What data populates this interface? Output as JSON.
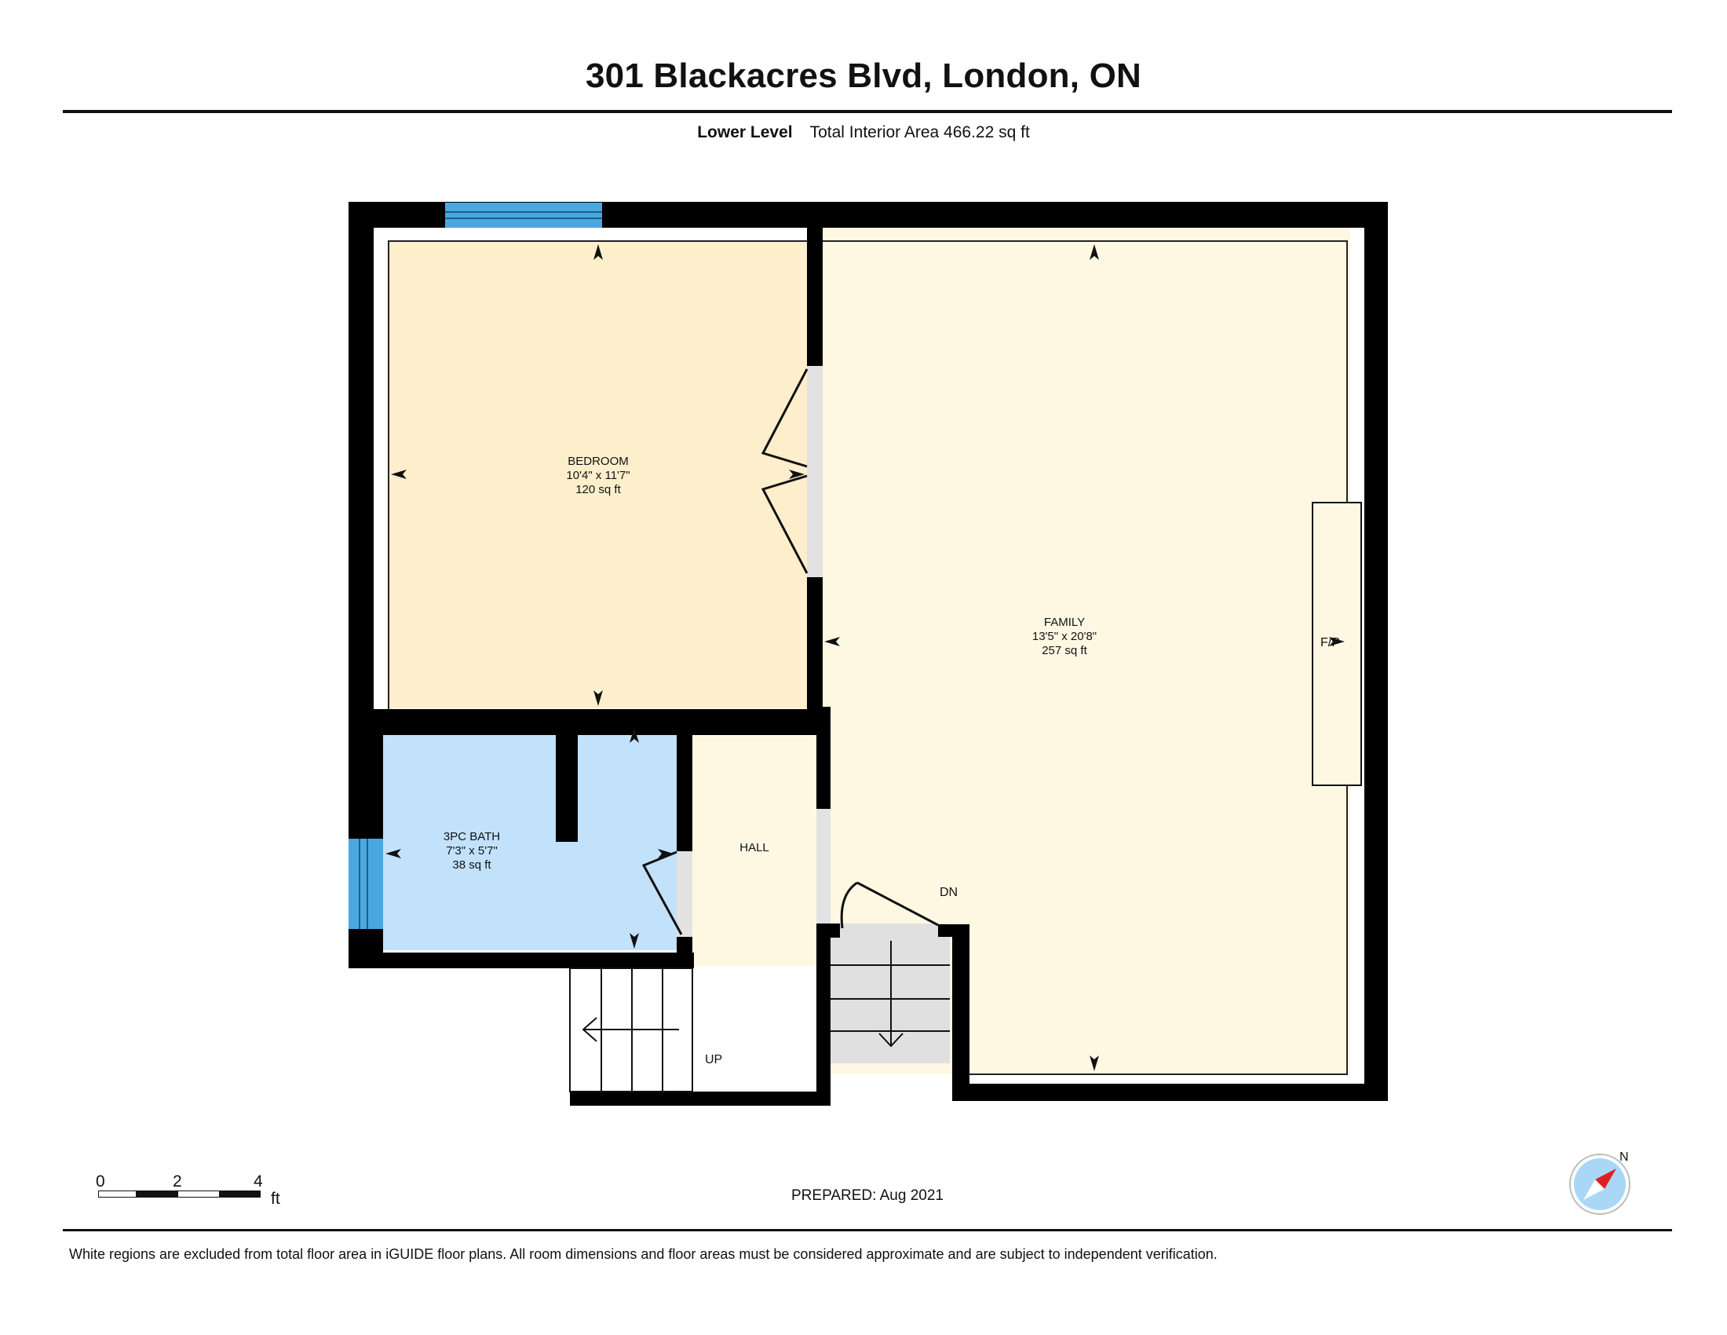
{
  "header": {
    "title": "301 Blackacres Blvd, London, ON",
    "level": "Lower Level",
    "area": "Total Interior Area 466.22 sq ft"
  },
  "rooms": {
    "bedroom": {
      "name": "BEDROOM",
      "dims": "10'4\" x 11'7\"",
      "area": "120 sq ft"
    },
    "family": {
      "name": "FAMILY",
      "dims": "13'5\" x 20'8\"",
      "area": "257 sq ft"
    },
    "bath": {
      "name": "3PC BATH",
      "dims": "7'3\" x 5'7\"",
      "area": "38 sq ft"
    },
    "hall": {
      "name": "HALL"
    }
  },
  "labels": {
    "fireplace": "F/P",
    "stairs_down": "DN",
    "stairs_up": "UP"
  },
  "scale": {
    "ticks": [
      "0",
      "2",
      "4"
    ],
    "unit": "ft"
  },
  "compass": {
    "north": "N"
  },
  "footer": {
    "prepared": "PREPARED: Aug 2021",
    "disclaimer": "White regions are excluded from total floor area in iGUIDE floor plans. All room dimensions and floor areas must be considered approximate and are subject to independent verification."
  },
  "colors": {
    "wall": "#000000",
    "bedroom": "#fdefcc",
    "family": "#fef8e3",
    "bath": "#c2e2fb",
    "hall": "#fef8e3",
    "window": "#4aa8de",
    "stairs_down": "#e0e0e0",
    "door_opening": "#e2e2e2"
  }
}
